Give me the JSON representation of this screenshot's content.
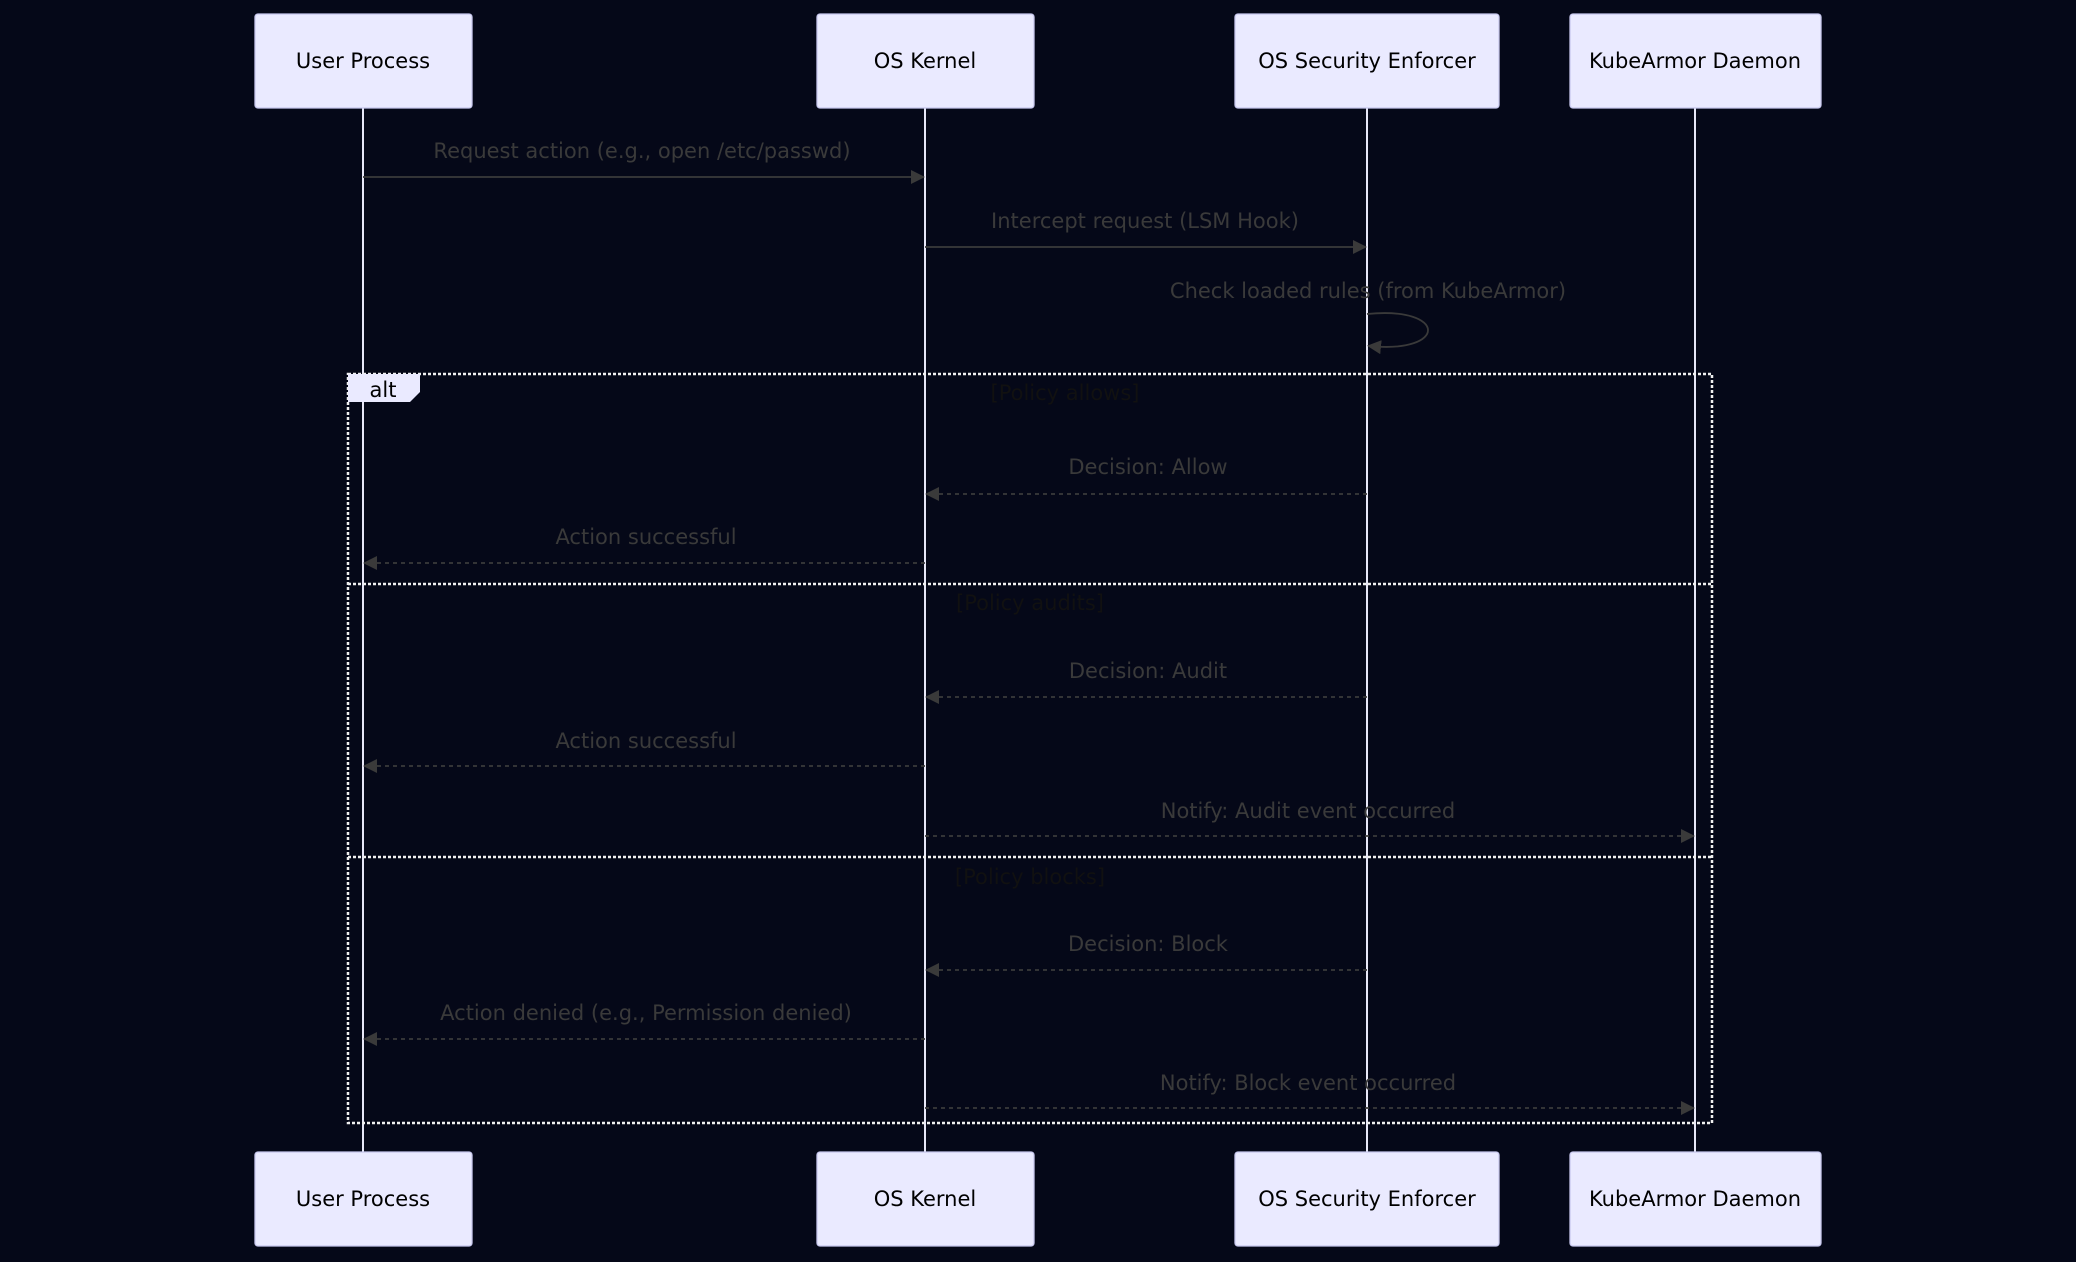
{
  "actors": [
    {
      "id": "user",
      "label": "User Process"
    },
    {
      "id": "kernel",
      "label": "OS Kernel"
    },
    {
      "id": "enforcer",
      "label": "OS Security Enforcer"
    },
    {
      "id": "daemon",
      "label": "KubeArmor Daemon"
    }
  ],
  "messages": [
    {
      "text": "Request action (e.g., open /etc/passwd)",
      "from": "user",
      "to": "kernel",
      "style": "solid"
    },
    {
      "text": "Intercept request (LSM Hook)",
      "from": "kernel",
      "to": "enforcer",
      "style": "solid"
    },
    {
      "text": "Check loaded rules (from KubeArmor)",
      "from": "enforcer",
      "to": "enforcer",
      "style": "solid"
    },
    {
      "text": "Decision: Allow",
      "from": "enforcer",
      "to": "kernel",
      "style": "dashed"
    },
    {
      "text": "Action successful",
      "from": "kernel",
      "to": "user",
      "style": "dashed"
    },
    {
      "text": "Decision: Audit",
      "from": "enforcer",
      "to": "kernel",
      "style": "dashed"
    },
    {
      "text": "Action successful",
      "from": "kernel",
      "to": "user",
      "style": "dashed"
    },
    {
      "text": "Notify: Audit event occurred",
      "from": "kernel",
      "to": "daemon",
      "style": "dashed"
    },
    {
      "text": "Decision: Block",
      "from": "enforcer",
      "to": "kernel",
      "style": "dashed"
    },
    {
      "text": "Action denied (e.g., Permission denied)",
      "from": "kernel",
      "to": "user",
      "style": "dashed"
    },
    {
      "text": "Notify: Block event occurred",
      "from": "kernel",
      "to": "daemon",
      "style": "dashed"
    }
  ],
  "alt_block": {
    "label": "alt",
    "conditions": [
      "[Policy allows]",
      "[Policy audits]",
      "[Policy blocks]"
    ]
  },
  "colors": {
    "background": "#050818",
    "actor_fill": "#eaeaff",
    "lifeline": "#e8e8f8",
    "message": "#3a3a3a",
    "frame": "#f0f0f0"
  }
}
